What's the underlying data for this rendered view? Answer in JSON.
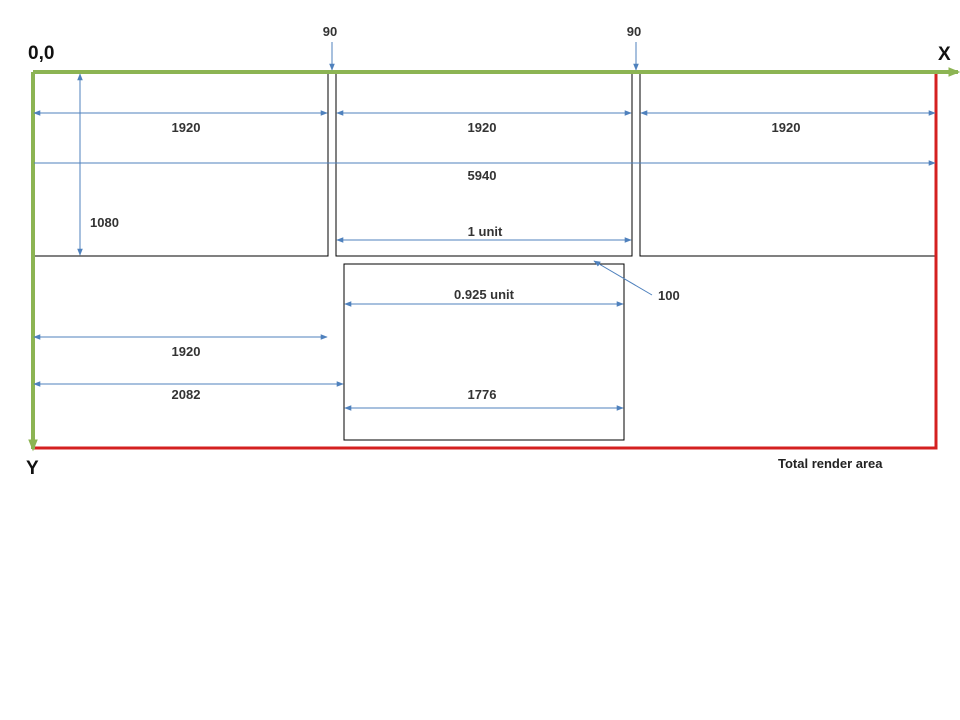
{
  "colors": {
    "axis": "#8cb453",
    "render_area": "#d42020",
    "dimension": "#4f81bd",
    "box": "#000000"
  },
  "axes": {
    "origin_label": "0,0",
    "x_label": "X",
    "y_label": "Y"
  },
  "gaps": {
    "left": "90",
    "right": "90"
  },
  "top_screens": {
    "left_width": "1920",
    "middle_width": "1920",
    "right_width": "1920",
    "total_width": "5940",
    "height": "1080",
    "unit_label": "1 unit"
  },
  "bottom_screen": {
    "unit_label": "0.925 unit",
    "width": "1776",
    "offset_a": "1920",
    "offset_b": "2082",
    "vertical_gap": "100"
  },
  "render_area_label": "Total render area"
}
